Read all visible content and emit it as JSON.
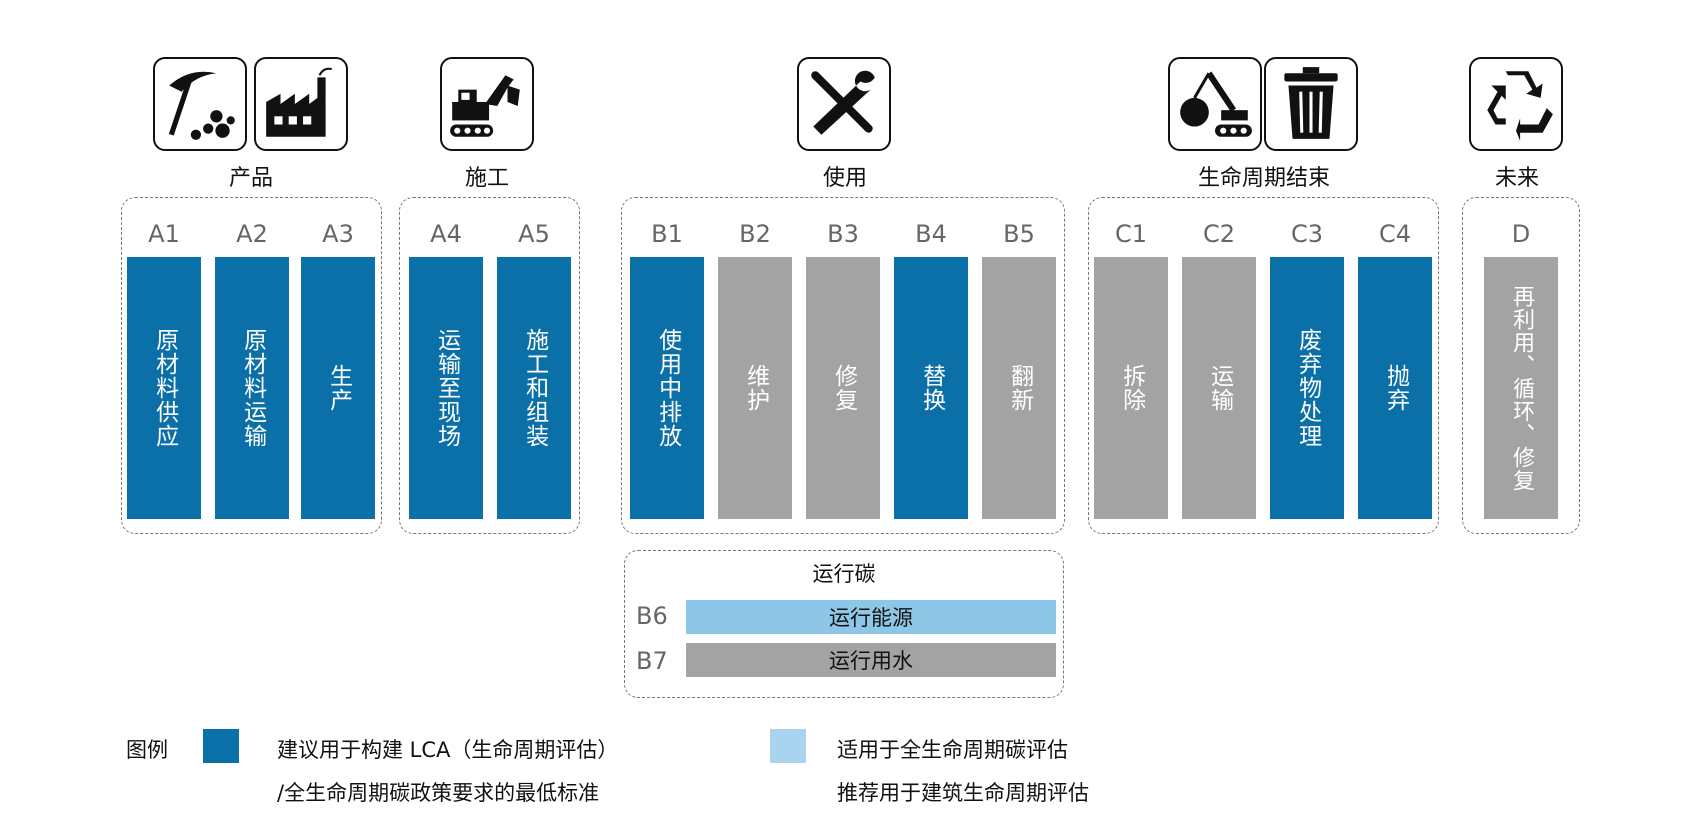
{
  "stages": [
    {
      "label": "产品",
      "icons": [
        "pickaxe-icon",
        "factory-icon"
      ]
    },
    {
      "label": "施工",
      "icons": [
        "excavator-icon"
      ]
    },
    {
      "label": "使用",
      "icons": [
        "tools-icon"
      ]
    },
    {
      "label": "生命周期结束",
      "icons": [
        "demolition-icon",
        "trash-bin-icon"
      ]
    },
    {
      "label": "未来",
      "icons": [
        "recycle-icon"
      ]
    }
  ],
  "modules": [
    {
      "code": "A1",
      "label": "原材料供应",
      "color": "#0b6fa8"
    },
    {
      "code": "A2",
      "label": "原材料运输",
      "color": "#0b6fa8"
    },
    {
      "code": "A3",
      "label": "生产",
      "color": "#0b6fa8"
    },
    {
      "code": "A4",
      "label": "运输至现场",
      "color": "#0b6fa8"
    },
    {
      "code": "A5",
      "label": "施工和组装",
      "color": "#0b6fa8"
    },
    {
      "code": "B1",
      "label": "使用中排放",
      "color": "#0b6fa8"
    },
    {
      "code": "B2",
      "label": "维护",
      "color": "#a3a3a3"
    },
    {
      "code": "B3",
      "label": "修复",
      "color": "#a3a3a3"
    },
    {
      "code": "B4",
      "label": "替换",
      "color": "#0b6fa8"
    },
    {
      "code": "B5",
      "label": "翻新",
      "color": "#a3a3a3"
    },
    {
      "code": "C1",
      "label": "拆除",
      "color": "#a3a3a3"
    },
    {
      "code": "C2",
      "label": "运输",
      "color": "#a3a3a3"
    },
    {
      "code": "C3",
      "label": "废弃物处理",
      "color": "#0b6fa8"
    },
    {
      "code": "C4",
      "label": "抛弃",
      "color": "#0b6fa8"
    },
    {
      "code": "D",
      "label": "再利用、循环、修复",
      "color": "#a3a3a3"
    }
  ],
  "operational": {
    "title": "运行碳",
    "items": [
      {
        "code": "B6",
        "label": "运行能源",
        "color": "#8ec6e8"
      },
      {
        "code": "B7",
        "label": "运行用水",
        "color": "#a3a3a3"
      }
    ]
  },
  "legend": {
    "title": "图例",
    "items": [
      {
        "color": "#0b6fa8",
        "line1": "建议用于构建 LCA（生命周期评估）",
        "line2": "/全生命周期碳政策要求的最低标准"
      },
      {
        "color": "#a9d3ee",
        "line1": "适用于全生命周期碳评估",
        "line2": "推荐用于建筑生命周期评估"
      }
    ]
  }
}
